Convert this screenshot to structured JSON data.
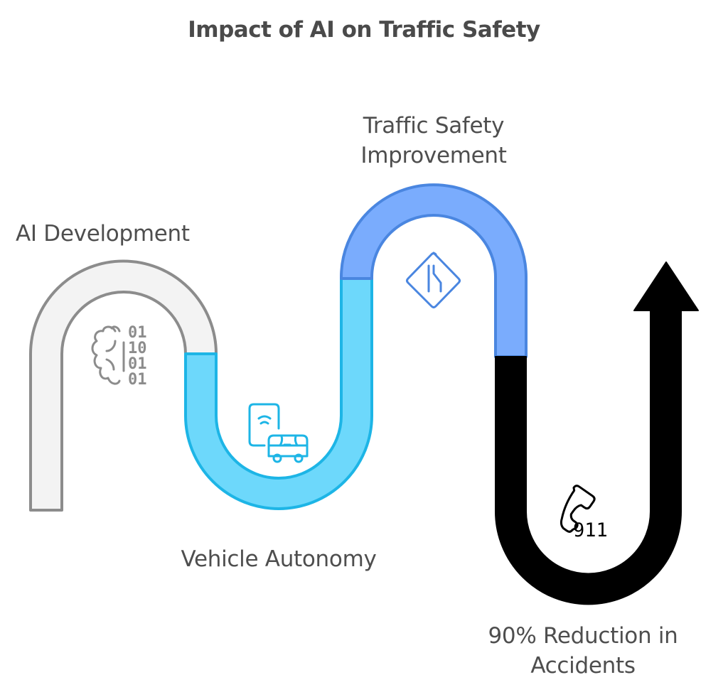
{
  "title": "Impact of AI on Traffic Safety",
  "stages": [
    {
      "label": "AI Development",
      "icon": "brain-binary-icon",
      "color_fill": "#f3f3f3",
      "color_stroke": "#8c8c8c",
      "icon_text": [
        "01",
        "10",
        "01",
        "01"
      ]
    },
    {
      "label": "Vehicle Autonomy",
      "icon": "autonomous-vehicle-icon",
      "color_fill": "#6dd8fb",
      "color_stroke": "#1db5e6"
    },
    {
      "label": "Traffic Safety Improvement",
      "label_lines": [
        "Traffic Safety",
        "Improvement"
      ],
      "icon": "lane-merge-sign-icon",
      "color_fill": "#7aacfd",
      "color_stroke": "#4a86e0"
    },
    {
      "label": "90% Reduction in Accidents",
      "label_lines": [
        "90% Reduction in",
        "Accidents"
      ],
      "icon": "phone-911-icon",
      "icon_text": "911",
      "color_fill": "#000000",
      "color_stroke": "#000000"
    }
  ]
}
